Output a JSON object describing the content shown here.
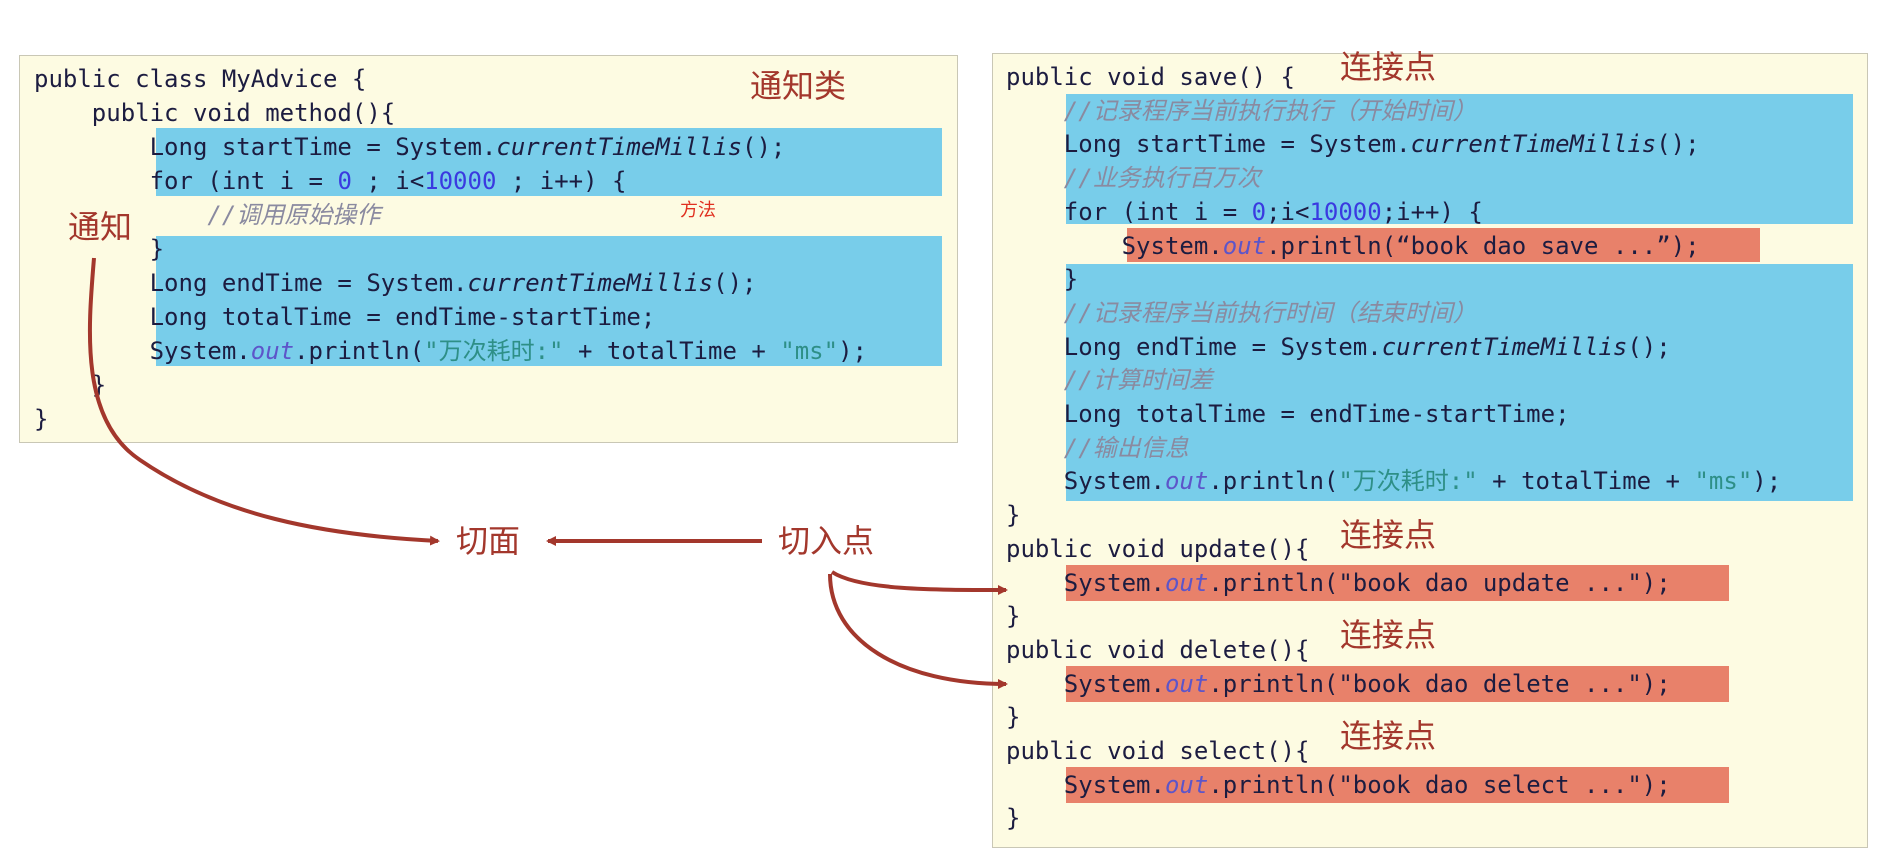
{
  "left_panel": {
    "title_label": "通知类",
    "method_label": "方法",
    "advice_label": "通知",
    "lines": {
      "l1": "public class MyAdvice {",
      "l2a": "    public void ",
      "l2b": "method",
      "l2c": "(){",
      "l3a": "        Long startTime = System.",
      "l3b": "currentTimeMillis",
      "l3c": "();",
      "l4a": "        for (int i = ",
      "l4b": "0",
      "l4c": " ; i<",
      "l4d": "10000",
      "l4e": " ; i++) {",
      "l5": "            //调用原始操作",
      "l6": "        }",
      "l7a": "        Long endTime = System.",
      "l7b": "currentTimeMillis",
      "l7c": "();",
      "l8": "        Long totalTime = endTime-startTime;",
      "l9a": "        System.",
      "l9b": "out",
      "l9c": ".println(",
      "l9d": "\"万次耗时:\"",
      "l9e": " + totalTime + ",
      "l9f": "\"ms\"",
      "l9g": ");",
      "l10": "    }",
      "l11": "}"
    }
  },
  "middle": {
    "aspect_label": "切面",
    "pointcut_label": "切入点"
  },
  "right_panel": {
    "joinpoint_label": "连接点",
    "lines": {
      "r1": "public void save() {",
      "r2": "    //记录程序当前执行执行（开始时间）",
      "r3a": "    Long startTime = System.",
      "r3b": "currentTimeMillis",
      "r3c": "();",
      "r4": "    //业务执行百万次",
      "r5a": "    for (int i = ",
      "r5b": "0",
      "r5c": ";i<",
      "r5d": "10000",
      "r5e": ";i++) {",
      "r6a": "        System.",
      "r6b": "out",
      "r6c": ".println(“book dao save ...”);",
      "r7": "    }",
      "r8": "    //记录程序当前执行时间（结束时间）",
      "r9a": "    Long endTime = System.",
      "r9b": "currentTimeMillis",
      "r9c": "();",
      "r10": "    //计算时间差",
      "r11": "    Long totalTime = endTime-startTime;",
      "r12": "    //输出信息",
      "r13a": "    System.",
      "r13b": "out",
      "r13c": ".println(",
      "r13d": "\"万次耗时:\"",
      "r13e": " + totalTime + ",
      "r13f": "\"ms\"",
      "r13g": ");",
      "r14": "}",
      "r15": "public void update(){",
      "r16a": "    System.",
      "r16b": "out",
      "r16c": ".println(\"book dao update ...\");",
      "r17": "}",
      "r18": "public void delete(){",
      "r19a": "    System.",
      "r19b": "out",
      "r19c": ".println(\"book dao delete ...\");",
      "r20": "}",
      "r21": "public void select(){",
      "r22a": "    System.",
      "r22b": "out",
      "r22c": ".println(\"book dao select ...\");",
      "r23": "}"
    }
  },
  "colors": {
    "panel_bg": "#fdfbe2",
    "highlight_blue": "#78cdea",
    "highlight_red": "#e8816a",
    "label_red": "#a3372c",
    "arrow": "#a3372c"
  }
}
